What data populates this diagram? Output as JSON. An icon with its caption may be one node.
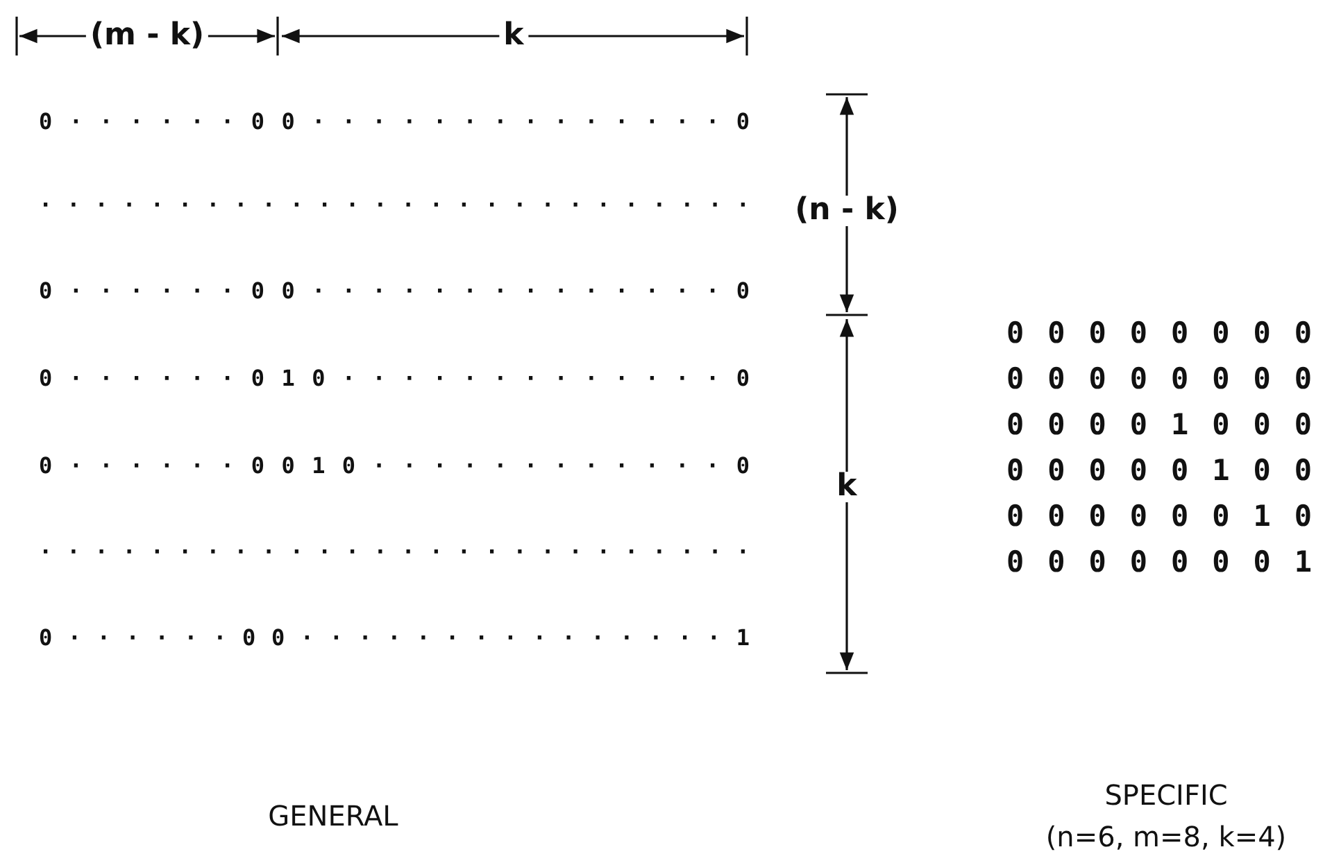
{
  "diagram": {
    "labels": [
      "(m - k)",
      "k",
      "0 · · · · · · 0 0 · · · · · · · · · · · · · · 0",
      "· · · · · · · · · · · · · · · · · · · · · · · · · ·",
      "0 · · · · · · 0 0 · · · · · · · · · · · · · · 0",
      "0 · · · · · · 0 1 0 · · · · · · · · · · · · · 0",
      "0 · · · · · · 0 0 1 0 · · · · · · · · · · · · 0",
      "· · · · · · · · · · · · · · · · · · · · · · · · · ·",
      "0 · · · · · · 0 0 · · · · · · · · · · · · · · · 1",
      "(n - k)",
      "k",
      "0 0 0 0 0 0 0 0",
      "0 0 0 0 0 0 0 0",
      "0 0 0 0 1 0 0 0",
      "0 0 0 0 0 1 0 0",
      "0 0 0 0 0 0 1 0",
      "0 0 0 0 0 0 0 1",
      "GENERAL",
      "SPECIFIC",
      "(n=6, m=8, k=4)"
    ]
  }
}
